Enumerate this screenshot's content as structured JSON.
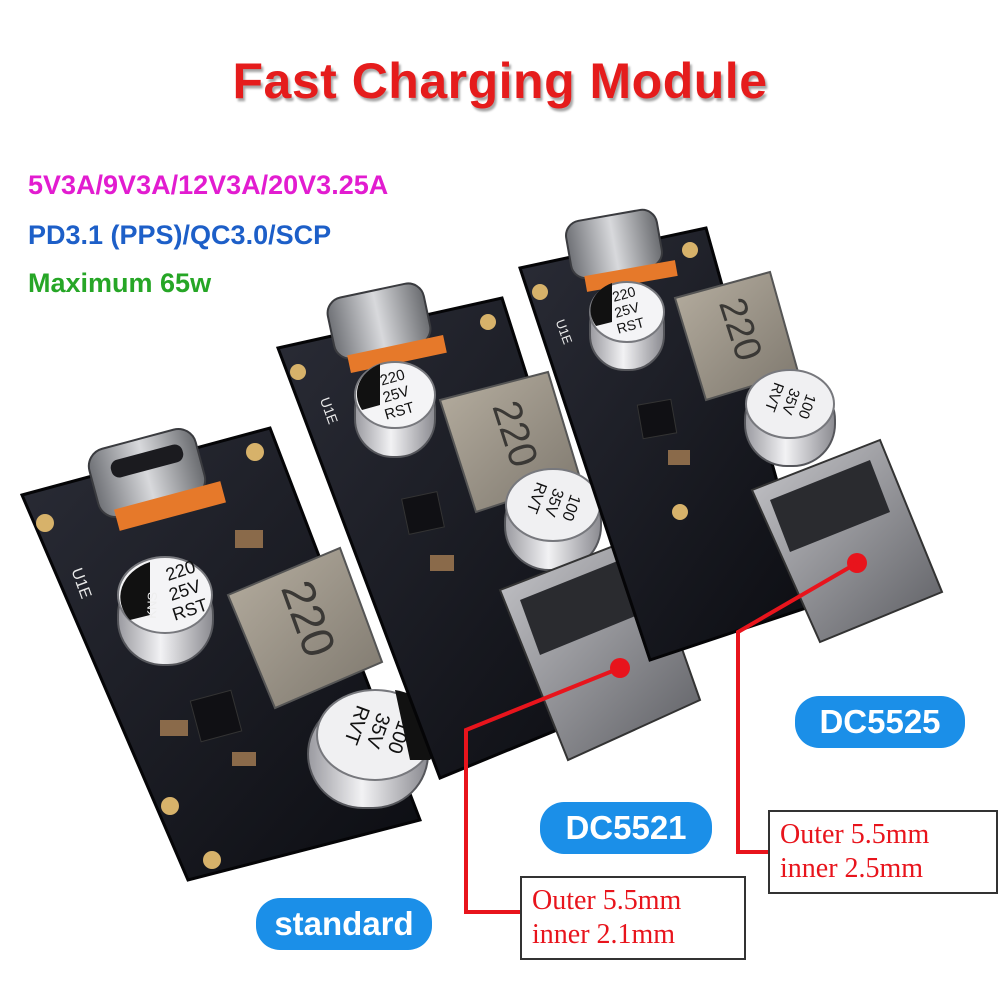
{
  "title": "Fast Charging Module",
  "specs": {
    "voltages": "5V3A/9V3A/12V3A/20V3.25A",
    "protocols": "PD3.1 (PPS)/QC3.0/SCP",
    "max_power": "Maximum 65w"
  },
  "boards": {
    "inductor_label": "220",
    "cap_small": {
      "line1": "220",
      "line2": "25V",
      "line3": "RST",
      "brand": "KNS"
    },
    "cap_large": {
      "line1": "100",
      "line2": "35V",
      "line3": "RVT"
    },
    "silk": "U1E"
  },
  "labels": {
    "standard": "standard",
    "dc5521": "DC5521",
    "dc5525": "DC5525"
  },
  "dimensions": {
    "dc5521": {
      "outer": "Outer 5.5mm",
      "inner": "inner 2.1mm"
    },
    "dc5525": {
      "outer": "Outer 5.5mm",
      "inner": "inner 2.5mm"
    }
  },
  "colors": {
    "title": "#e51c1c",
    "voltages": "#e21cd0",
    "protocols": "#1d5fc8",
    "max_power": "#26a626",
    "pill": "#1b8fe8",
    "callout": "#e8141c",
    "pcb": "#15161c"
  }
}
